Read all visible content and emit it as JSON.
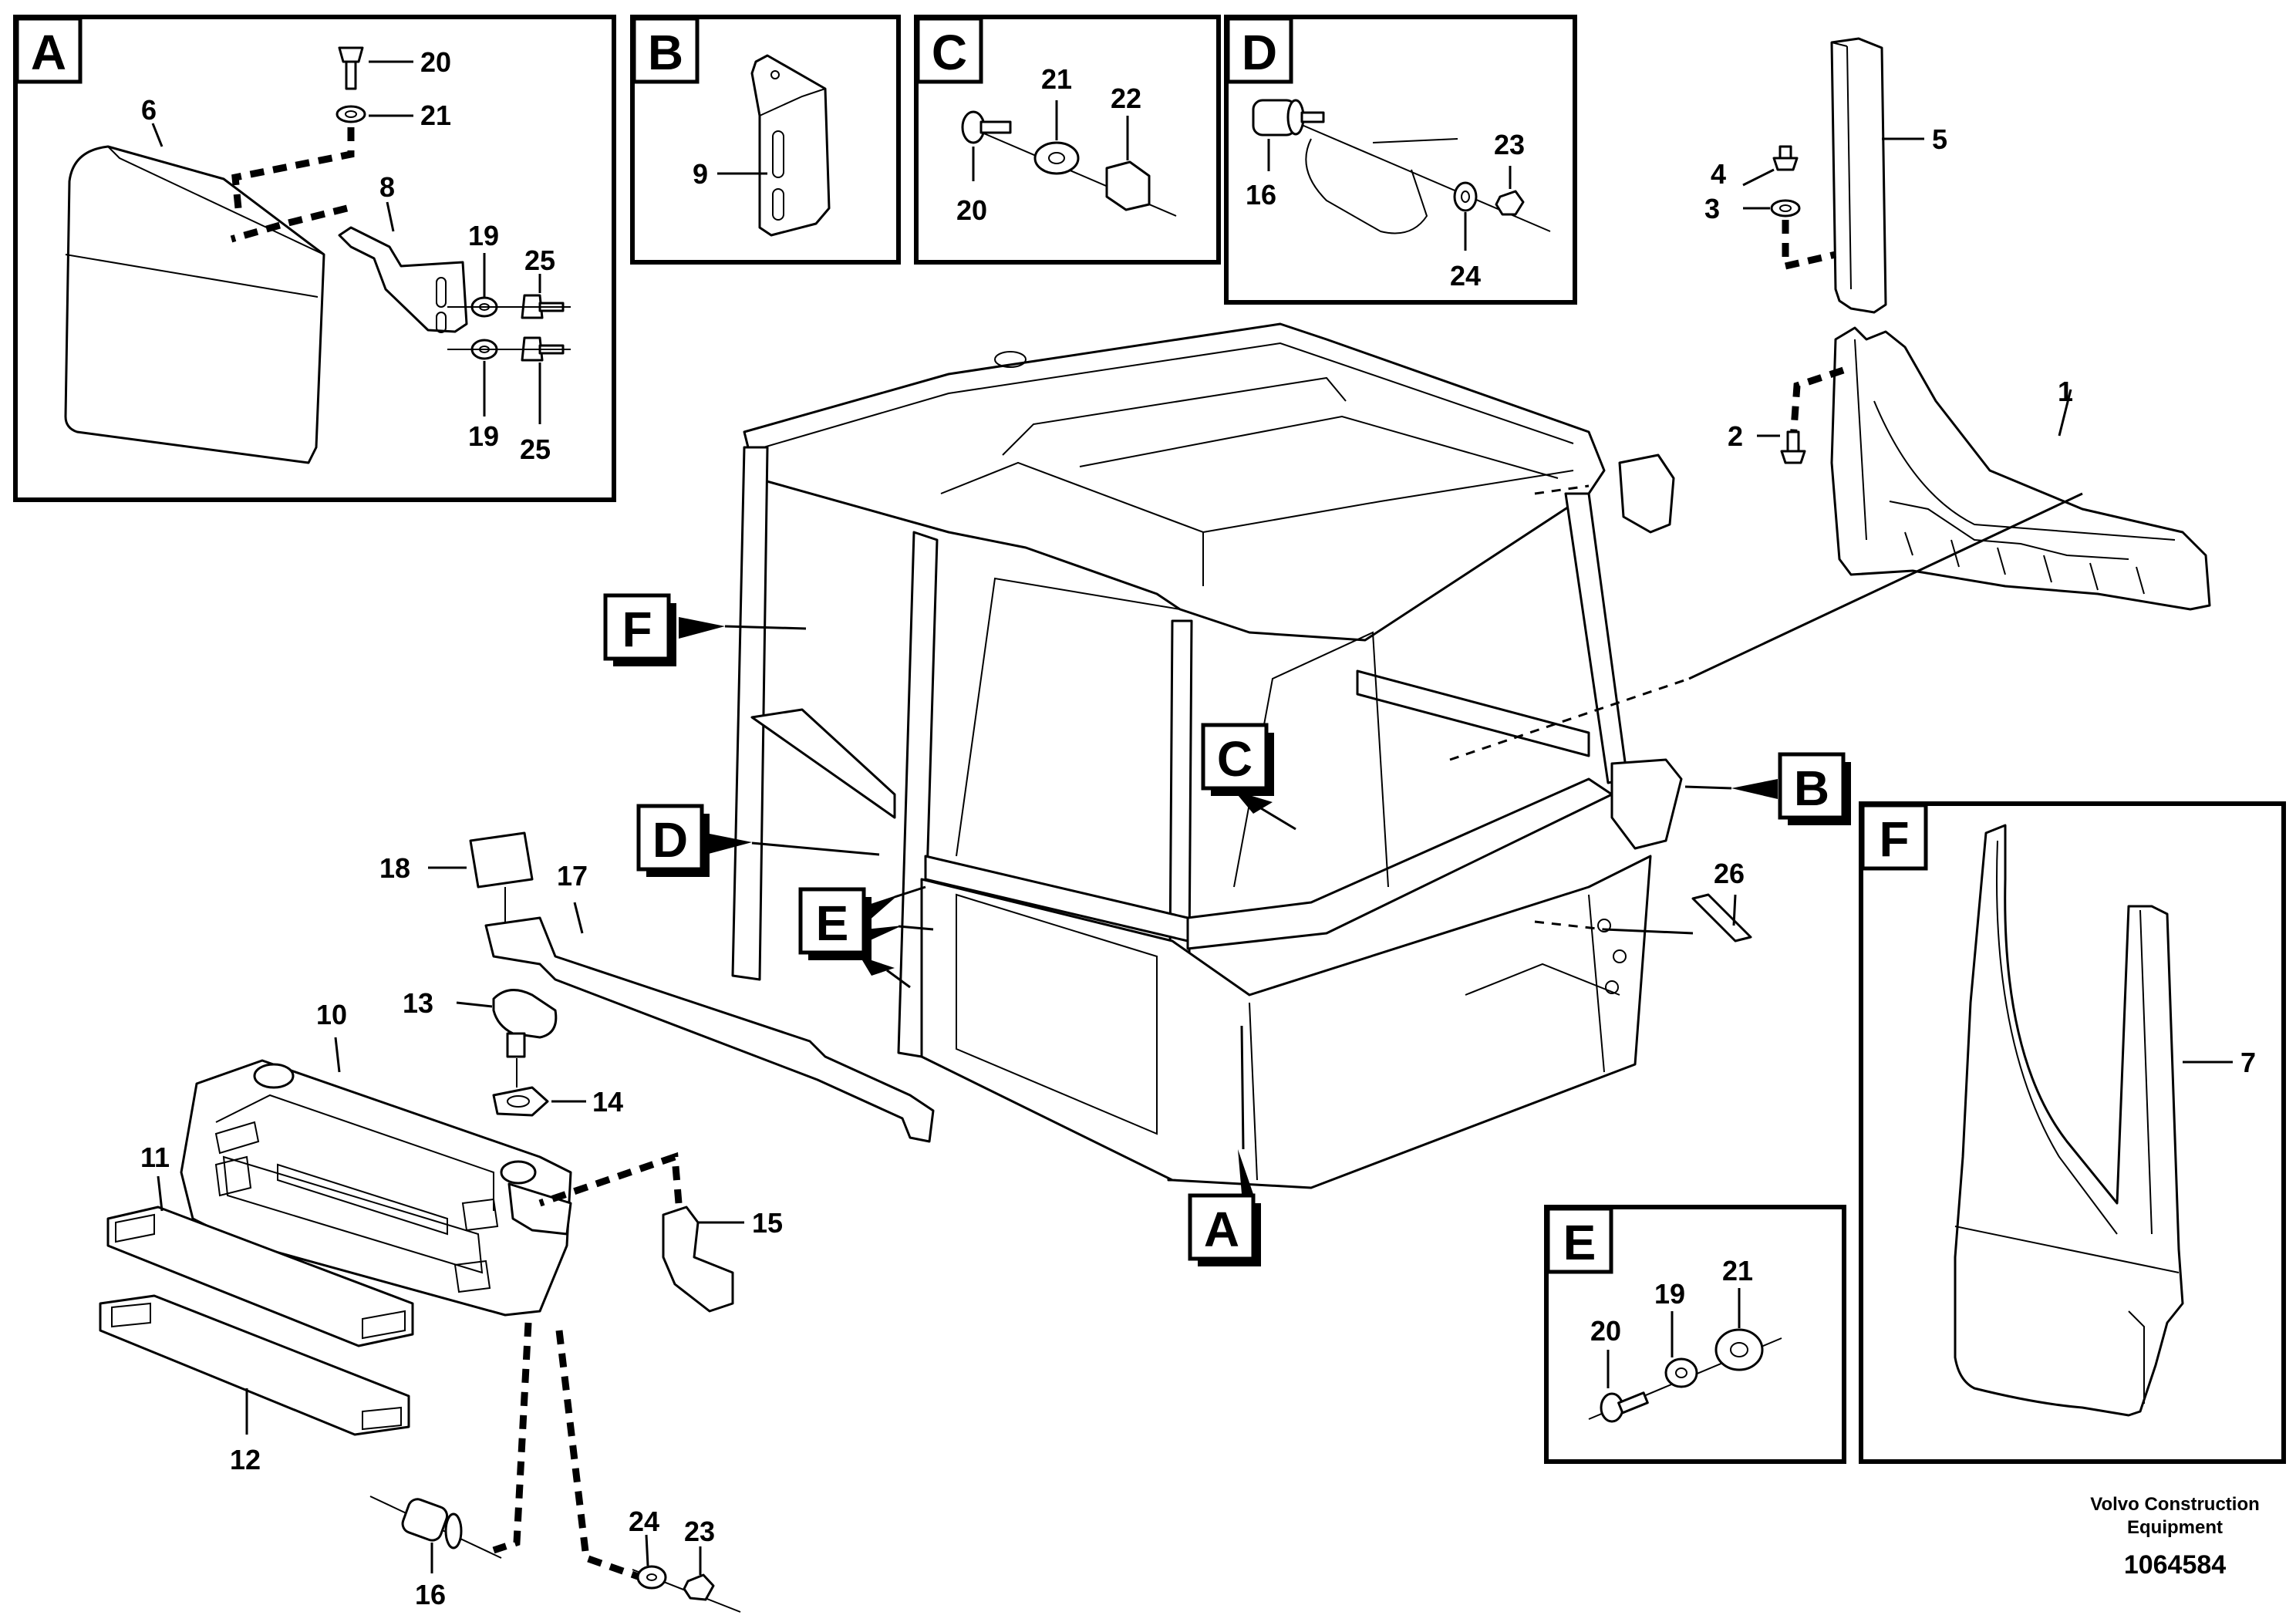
{
  "detail_boxes": {
    "A": "A",
    "B": "B",
    "C": "C",
    "D": "D",
    "E": "E",
    "F": "F"
  },
  "callout_boxes": {
    "A": "A",
    "B": "B",
    "C": "C",
    "D": "D",
    "E": "E",
    "F": "F"
  },
  "part_numbers": {
    "p1": "1",
    "p2": "2",
    "p3": "3",
    "p4": "4",
    "p5": "5",
    "p6": "6",
    "p7": "7",
    "p8": "8",
    "p9": "9",
    "p10": "10",
    "p11": "11",
    "p12": "12",
    "p13": "13",
    "p14": "14",
    "p15": "15",
    "p16_main": "16",
    "p16_d": "16",
    "p17": "17",
    "p18": "18",
    "p19_a1": "19",
    "p19_a2": "19",
    "p19_e": "19",
    "p20_a": "20",
    "p20_c": "20",
    "p20_e": "20",
    "p21_a": "21",
    "p21_c": "21",
    "p21_e": "21",
    "p22": "22",
    "p23_d": "23",
    "p23_main": "23",
    "p24_d": "24",
    "p24_main": "24",
    "p25_a1": "25",
    "p25_a2": "25",
    "p26": "26"
  },
  "footer": {
    "brand_line1": "Volvo Construction",
    "brand_line2": "Equipment",
    "doc_number": "1064584"
  }
}
